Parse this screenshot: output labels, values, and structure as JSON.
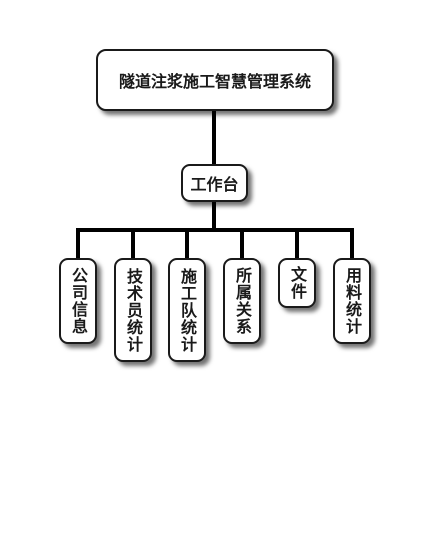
{
  "root": {
    "label": "隧道注浆施工智慧管理系统"
  },
  "hub": {
    "label": "工作台"
  },
  "modules": [
    {
      "label": "公司信息"
    },
    {
      "label": "技术员统计"
    },
    {
      "label": "施工队统计"
    },
    {
      "label": "所属关系"
    },
    {
      "label": "文件"
    },
    {
      "label": "用料统计"
    }
  ]
}
